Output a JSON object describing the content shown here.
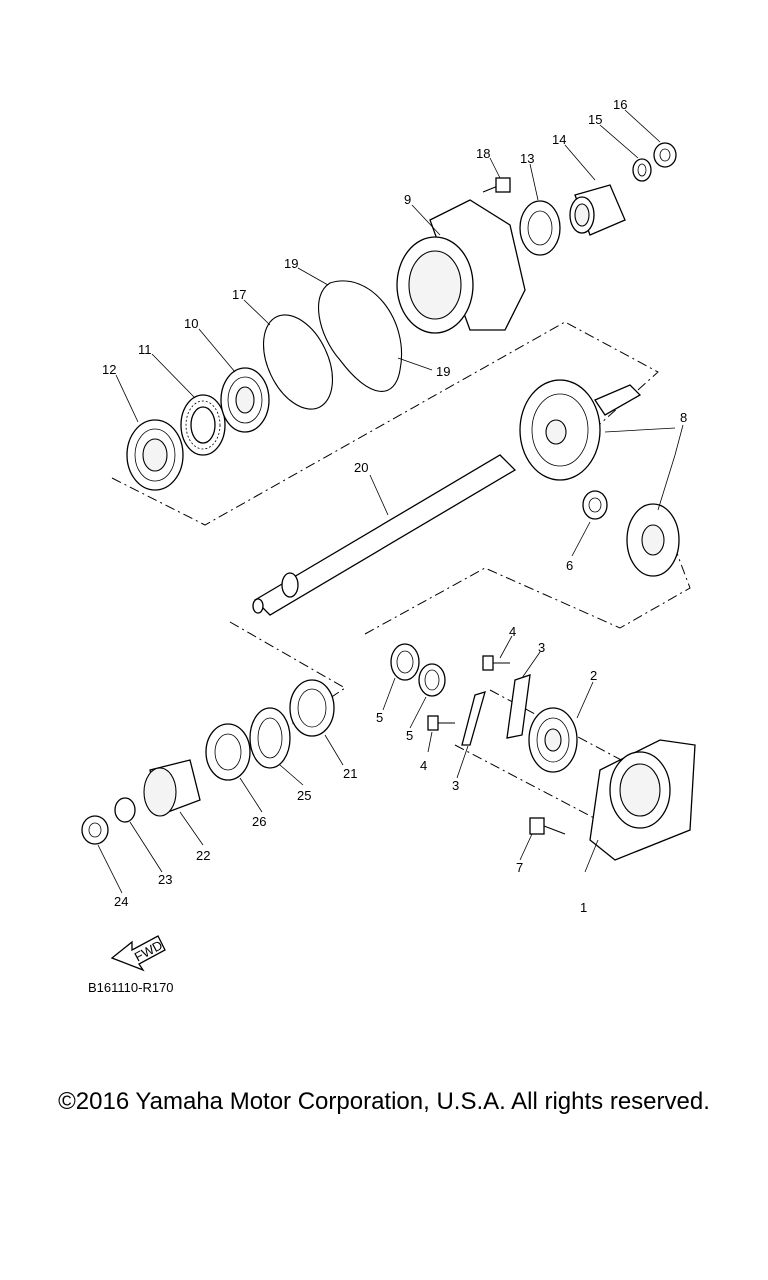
{
  "diagram": {
    "callouts": [
      "1",
      "2",
      "3",
      "3",
      "4",
      "4",
      "5",
      "5",
      "6",
      "7",
      "8",
      "9",
      "10",
      "11",
      "12",
      "13",
      "14",
      "15",
      "16",
      "17",
      "18",
      "19",
      "19",
      "20",
      "21",
      "22",
      "23",
      "24",
      "25",
      "26"
    ],
    "fwd_label": "FWD",
    "diagram_code": "B161110-R170"
  },
  "footer": {
    "copyright": "©2016 Yamaha Motor Corporation, U.S.A. All rights reserved."
  }
}
